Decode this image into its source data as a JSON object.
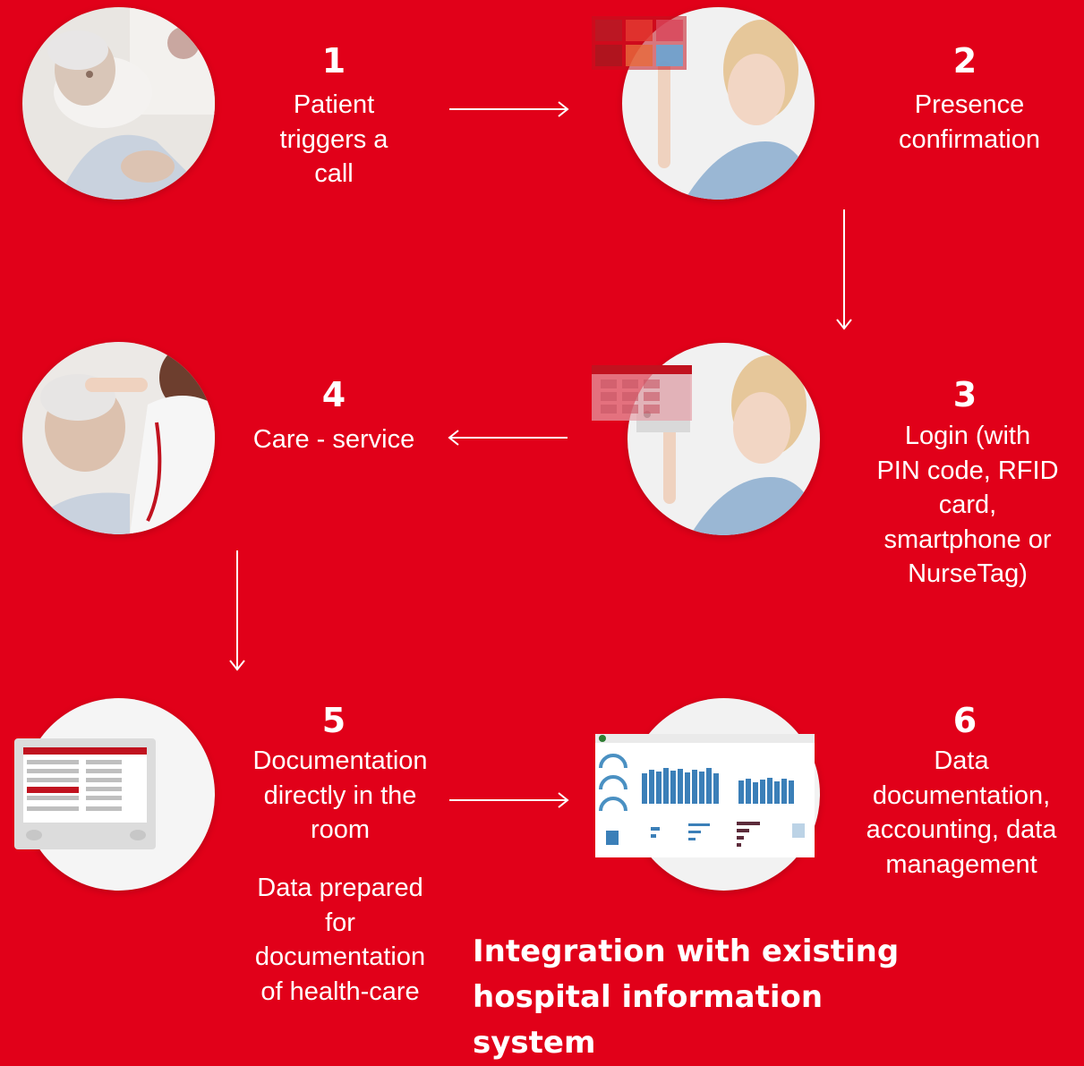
{
  "steps": [
    {
      "number": "1",
      "label": "Patient\ntriggers a\ncall",
      "image": "elderly-patient-in-bed"
    },
    {
      "number": "2",
      "label": "Presence\nconfirmation",
      "image": "nurse-touching-screen"
    },
    {
      "number": "3",
      "label": "Login (with\nPIN code, RFID\ncard,\nsmartphone or\nNurseTag)",
      "image": "nurse-entering-pin"
    },
    {
      "number": "4",
      "label": "Care - service",
      "image": "nurse-caring-for-patient"
    },
    {
      "number": "5",
      "label": "Documentation\ndirectly in the\nroom",
      "sublabel": "Data prepared\nfor\ndocumentation\nof health-care",
      "image": "room-terminal-device"
    },
    {
      "number": "6",
      "label": "Data\ndocumentation,\naccounting, data\nmanagement",
      "image": "analytics-dashboard"
    }
  ],
  "integration_note": "Integration with existing\nhospital information\nsystem",
  "colors": {
    "background": "#e10019",
    "text": "#ffffff",
    "arrow": "#ffffff"
  }
}
